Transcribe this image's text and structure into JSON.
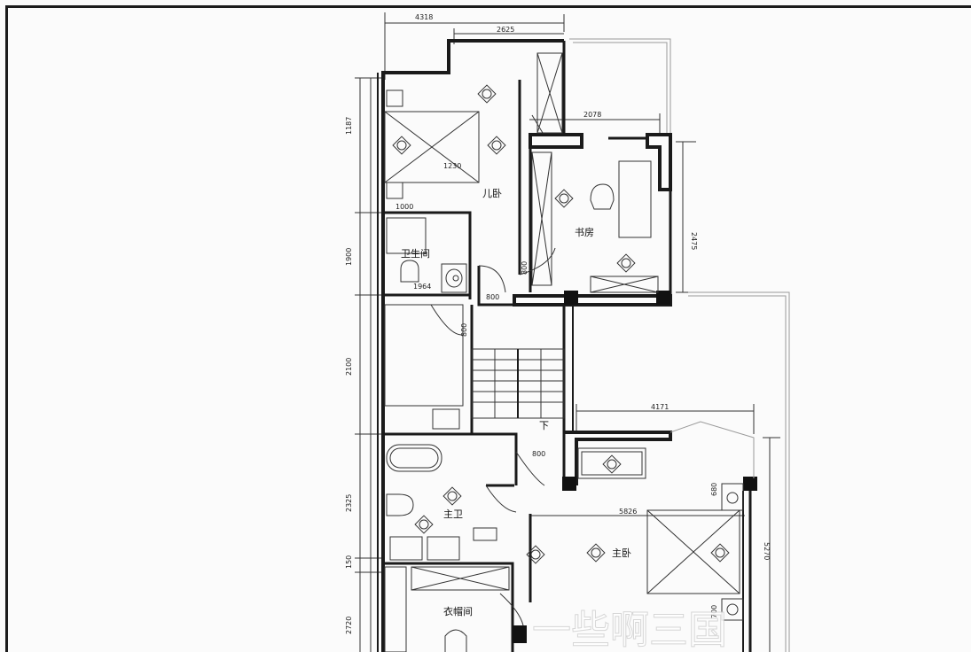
{
  "rooms": {
    "children_room": "儿卧",
    "study": "书房",
    "bathroom": "卫生间",
    "master_bath": "主卫",
    "master_bedroom": "主卧",
    "closet": "衣帽间"
  },
  "dimensions": {
    "top_total": "4318",
    "top_inner": "2625",
    "study_width": "2078",
    "study_height": "2475",
    "children_bed": "1230",
    "bath_width": "1000",
    "bath_width2": "1964",
    "door_800_a": "800",
    "door_800_b": "800",
    "door_800_c": "800",
    "door_800_d": "800",
    "left_1": "1187",
    "left_2": "1900",
    "left_3": "2100",
    "left_4": "2325",
    "left_5": "150",
    "left_6": "2720",
    "master_top": "4171",
    "master_width": "5826",
    "master_right": "5270",
    "master_right2": "680",
    "master_right3": "700",
    "stair_down": "下"
  },
  "watermark": "一些啊三国"
}
